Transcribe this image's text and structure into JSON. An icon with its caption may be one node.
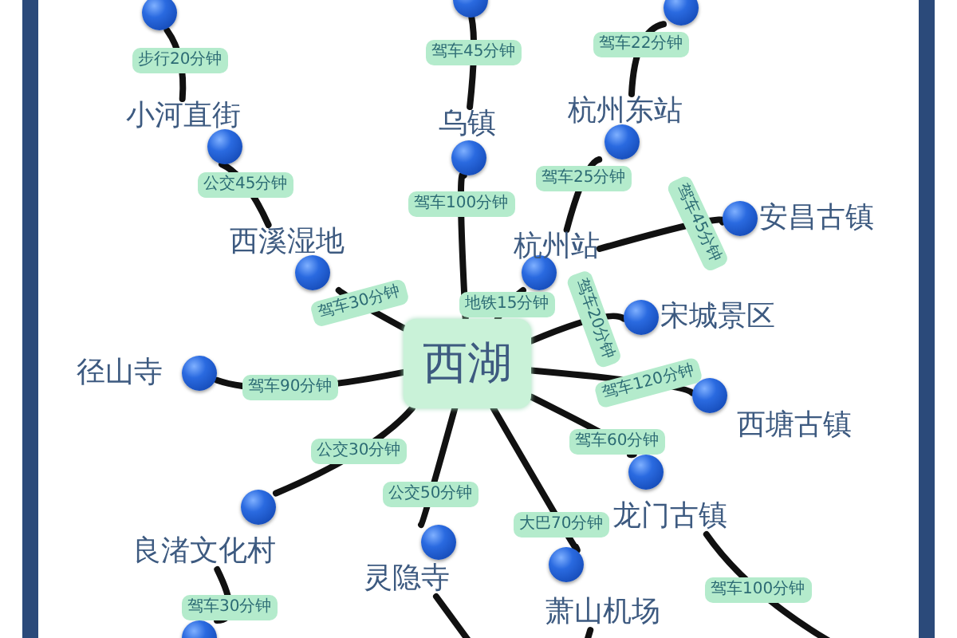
{
  "diagram": {
    "nodes": [
      {
        "text": [],
        "shape": "circle"
      },
      {
        "text": [
          "小河直街"
        ]
      },
      {
        "text": [
          "西溪湿地"
        ]
      },
      {
        "text": [],
        "shape": "circle"
      },
      {
        "text": [
          "乌镇"
        ]
      },
      {
        "text": [],
        "shape": "circle"
      },
      {
        "text": [
          "杭州东站"
        ]
      },
      {
        "text": [
          "杭州站"
        ]
      },
      {
        "text": [
          "安昌古镇"
        ]
      },
      {
        "text": [
          "西湖"
        ]
      },
      {
        "text": [
          "宋城景区"
        ]
      },
      {
        "text": [
          "径山寺"
        ]
      },
      {
        "text": [
          "西塘古镇"
        ]
      },
      {
        "text": [
          "龙门古镇"
        ]
      },
      {
        "text": [
          "良渚文化村"
        ]
      },
      {
        "text": [
          "灵隐寺"
        ]
      },
      {
        "text": [
          "萧山机场"
        ]
      },
      {
        "text": [],
        "shape": "circle"
      }
    ],
    "edges": [
      {
        "from": 0,
        "to": 1,
        "arrow": "none",
        "label": "步行20分钟"
      },
      {
        "from": 1,
        "to": 2,
        "arrow": "none",
        "label": "公交45分钟"
      },
      {
        "from": 2,
        "to": 9,
        "arrow": "none",
        "label": "驾车30分钟"
      },
      {
        "from": 3,
        "to": 4,
        "arrow": "none",
        "label": "驾车45分钟"
      },
      {
        "from": 4,
        "to": 9,
        "arrow": "none",
        "label": "驾车100分钟"
      },
      {
        "from": 5,
        "to": 6,
        "arrow": "none",
        "label": "驾车22分钟"
      },
      {
        "from": 6,
        "to": 7,
        "arrow": "none",
        "label": "驾车25分钟"
      },
      {
        "from": 7,
        "to": 8,
        "arrow": "none",
        "label": "驾车45分钟"
      },
      {
        "from": 7,
        "to": 9,
        "arrow": "none",
        "label": "地铁15分钟"
      },
      {
        "from": 9,
        "to": 10,
        "arrow": "none",
        "label": "驾车20分钟"
      },
      {
        "from": 9,
        "to": 11,
        "arrow": "none",
        "label": "驾车90分钟"
      },
      {
        "from": 9,
        "to": 12,
        "arrow": "none",
        "label": "驾车120分钟"
      },
      {
        "from": 9,
        "to": 13,
        "arrow": "none",
        "label": "驾车60分钟"
      },
      {
        "from": 9,
        "to": 14,
        "arrow": "none",
        "label": "公交30分钟"
      },
      {
        "from": 9,
        "to": 15,
        "arrow": "none",
        "label": "公交50分钟"
      },
      {
        "from": 9,
        "to": 16,
        "arrow": "none",
        "label": "大巴70分钟"
      },
      {
        "from": 13,
        "to": null,
        "arrow": "none",
        "label": "驾车100分钟"
      },
      {
        "from": 14,
        "to": 17,
        "arrow": "none",
        "label": "驾车30分钟"
      },
      {
        "from": 15,
        "to": null,
        "arrow": "none"
      },
      {
        "from": 16,
        "to": null,
        "arrow": "none"
      }
    ]
  }
}
